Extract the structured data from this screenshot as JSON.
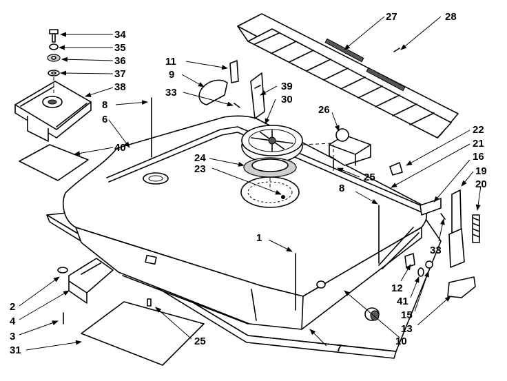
{
  "labels": {
    "l1": "1",
    "l2": "2",
    "l3": "3",
    "l4": "4",
    "l6": "6",
    "l7": "7",
    "l8a": "8",
    "l8b": "8",
    "l9": "9",
    "l10": "10",
    "l11": "11",
    "l12": "12",
    "l13": "13",
    "l15": "15",
    "l16": "16",
    "l19": "19",
    "l20": "20",
    "l21": "21",
    "l22": "22",
    "l23": "23",
    "l24": "24",
    "l25a": "25",
    "l25b": "25",
    "l26": "26",
    "l27": "27",
    "l28": "28",
    "l30": "30",
    "l31": "31",
    "l33a": "33",
    "l33b": "33",
    "l34": "34",
    "l35": "35",
    "l36": "36",
    "l37": "37",
    "l38": "38",
    "l39": "39",
    "l40": "40",
    "l41": "41"
  },
  "colors": {
    "line": "#000000",
    "background": "#ffffff",
    "shade": "#cfcfcf"
  }
}
